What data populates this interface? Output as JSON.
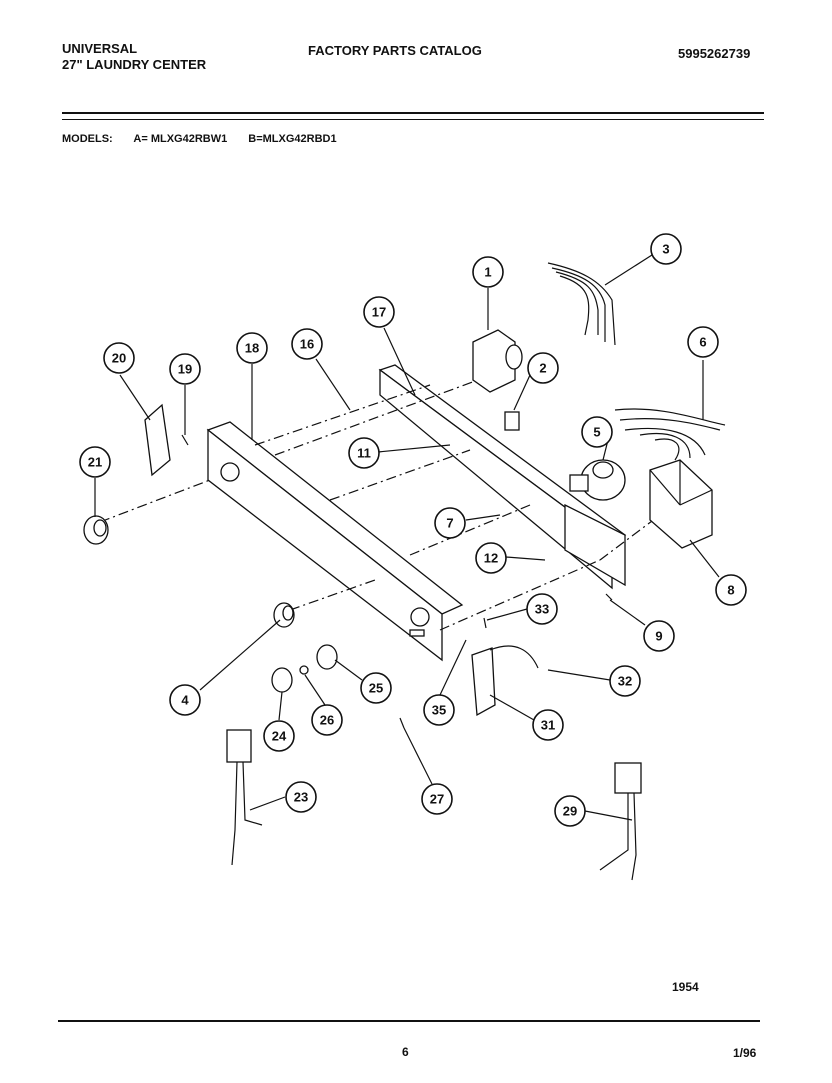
{
  "header": {
    "brand": "UNIVERSAL",
    "product": "27\" LAUNDRY CENTER",
    "catalog_title": "FACTORY PARTS CATALOG",
    "catalog_number": "5995262739"
  },
  "models": {
    "label": "MODELS:",
    "model_a": "A= MLXG42RBW1",
    "model_b": "B=MLXG42RBD1"
  },
  "diagram": {
    "callouts": [
      "1",
      "2",
      "3",
      "4",
      "5",
      "6",
      "7",
      "8",
      "9",
      "11",
      "12",
      "16",
      "17",
      "18",
      "19",
      "20",
      "21",
      "23",
      "24",
      "25",
      "26",
      "27",
      "29",
      "31",
      "32",
      "33",
      "35"
    ],
    "drawing_number": "1954"
  },
  "footer": {
    "page_number": "6",
    "date_code": "1/96"
  }
}
